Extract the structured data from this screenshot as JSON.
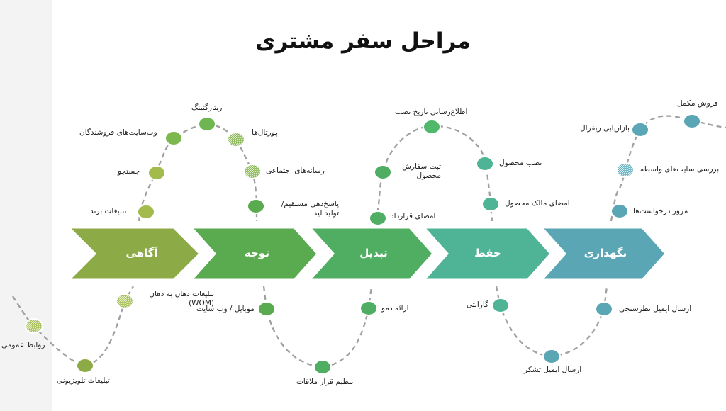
{
  "title": "مراحل سفر مشتری",
  "stages": [
    {
      "label": "آگاهی",
      "color": "#8cab46"
    },
    {
      "label": "توجه",
      "color": "#5aaa4f"
    },
    {
      "label": "تبدیل",
      "color": "#4fae62"
    },
    {
      "label": "حفظ",
      "color": "#4fb495"
    },
    {
      "label": "نگهداری",
      "color": "#5aa6b5"
    }
  ],
  "touchpoints": {
    "awareness_top": [
      "ریتارگتینگ",
      "وب‌سایت‌های فروشندگان",
      "جستجو",
      "تبلیغات برند"
    ],
    "consideration_top": [
      "پورتال‌ها",
      "رسانه‌های اجتماعی",
      "پاسخ‌دهی مستقیم/ تولید لید"
    ],
    "conversion_top": [
      "اطلاع‌رسانی تاریخ نصب",
      "ثبت سفارش محصول",
      "امضای قرارداد"
    ],
    "retention_top": [
      "نصب محصول",
      "امضای مالک محصول"
    ],
    "loyalty_top": [
      "فروش مکمل",
      "بازاریابی ریفرال",
      "بررسی سایت‌های واسطه",
      "مرور درخواست‌ها"
    ],
    "bottom": [
      "روابط عمومی",
      "تبلیغات تلویزیونی",
      "تبلیغات دهان به دهان (WOM)",
      "موبایل / وب سایت",
      "تنظیم قرار ملاقات",
      "ارائه دمو",
      "گارانتی",
      "ارسال ایمیل تشکر",
      "ارسال ایمیل نظرسنجی"
    ]
  }
}
